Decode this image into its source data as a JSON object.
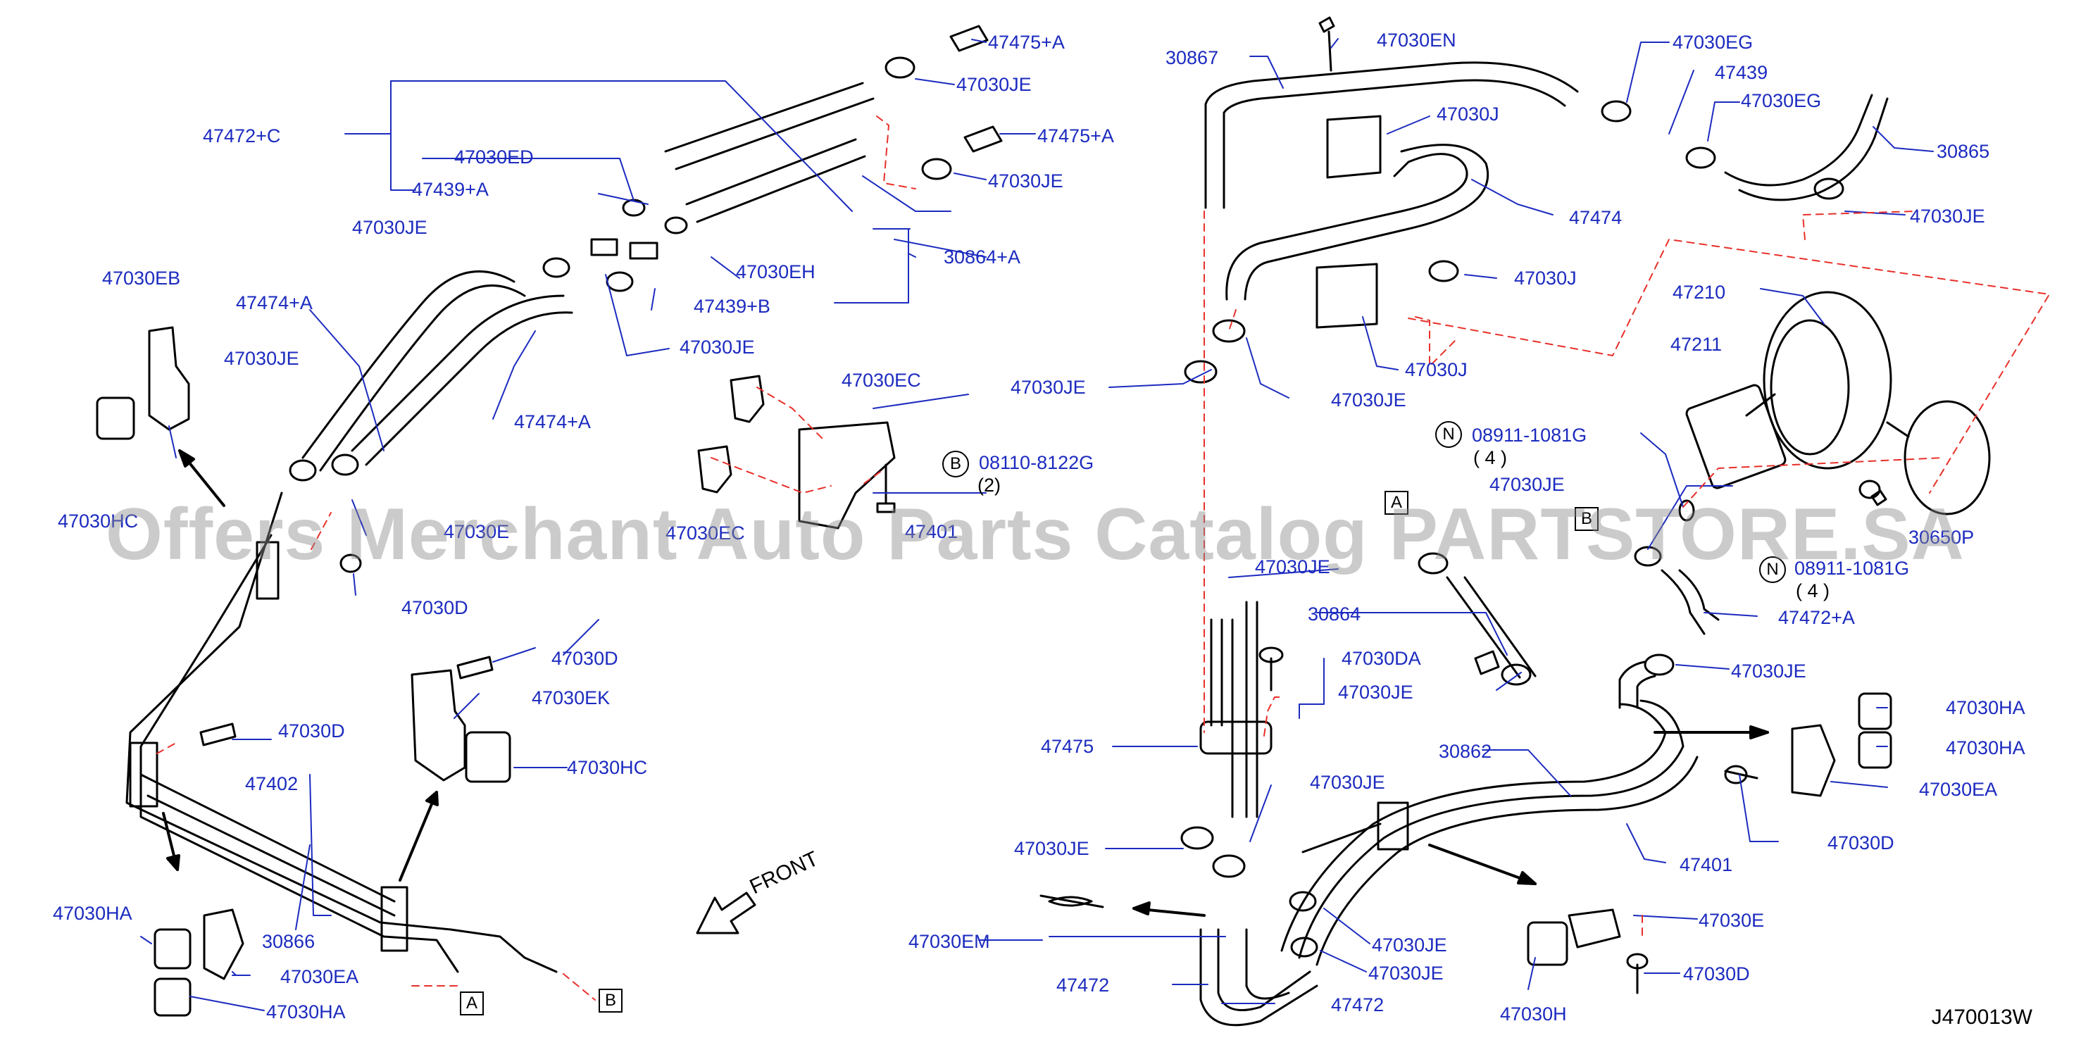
{
  "watermark": "Offers Merchant Auto Parts Catalog PARTSTORE.SA",
  "diagram_code": "J470013W",
  "front_label": "FRONT",
  "ref_boxes": {
    "a": "A",
    "b": "B"
  },
  "circle_codes": {
    "bolt": "B",
    "nut": "N"
  },
  "labels": {
    "l1": "47475+A",
    "l2": "47030JE",
    "l3": "47475+A",
    "l4": "47030JE",
    "l5": "47472+C",
    "l6": "47030ED",
    "l7": "47439+A",
    "l8": "47030JE",
    "l9": "47030EH",
    "l10": "30864+A",
    "l11": "47439+B",
    "l12": "47030JE",
    "l13": "47030EB",
    "l14": "47474+A",
    "l15": "47030JE",
    "l16": "47474+A",
    "l17": "47030HC",
    "l18": "47030E",
    "l19": "47030D",
    "l20": "47030EC",
    "l21": "08110-8122G",
    "l22": "(2)",
    "l23": "47030EC",
    "l24": "47401",
    "l25": "47030D",
    "l26": "47030EK",
    "l27": "47030HC",
    "l28": "47030D",
    "l29": "47402",
    "l30": "30866",
    "l31": "47030HA",
    "l32": "47030EA",
    "l33": "47030HA",
    "r1": "47030EN",
    "r2": "30867",
    "r3": "47030EG",
    "r4": "47439",
    "r5": "47030EG",
    "r6": "47030J",
    "r7": "30865",
    "r8": "47474",
    "r9": "47030JE",
    "r10": "47030J",
    "r11": "47210",
    "r12": "47030J",
    "r13": "47211",
    "r14": "47030JE",
    "r15": "47030JE",
    "r16": "08911-1081G",
    "r17": "( 4 )",
    "r18": "47030JE",
    "r19": "30650P",
    "r20": "47030JE",
    "r21": "08911-1081G",
    "r22": "( 4 )",
    "r23": "30864",
    "r24": "47030DA",
    "r25": "47472+A",
    "r26": "47030JE",
    "r27": "47030JE",
    "r28": "47475",
    "r29": "30862",
    "r30": "47030HA",
    "r31": "47030HA",
    "r32": "47030EA",
    "r33": "47030JE",
    "r34": "47030JE",
    "r35": "47030D",
    "r36": "47401",
    "r37": "47030EM",
    "r38": "47030JE",
    "r39": "47030JE",
    "r40": "47030E",
    "r41": "47472",
    "r42": "47472",
    "r43": "47030D",
    "r44": "47030H"
  }
}
